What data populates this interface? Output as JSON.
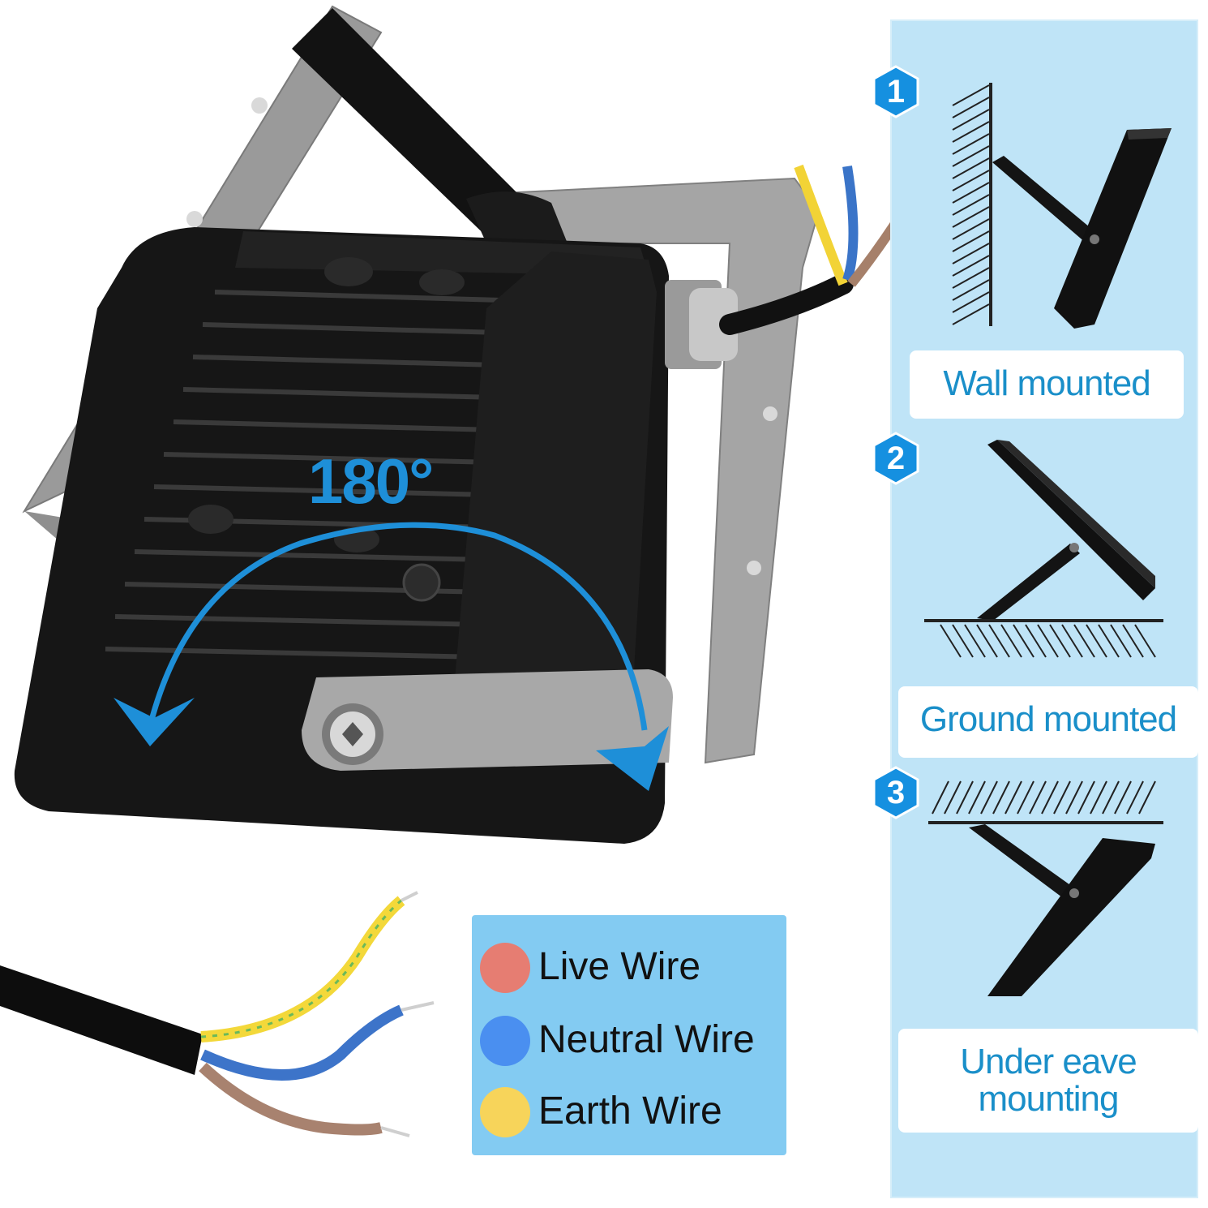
{
  "product": {
    "angle_label": "180°"
  },
  "mounting": {
    "items": [
      {
        "number": "1",
        "label": "Wall mounted"
      },
      {
        "number": "2",
        "label": "Ground mounted"
      },
      {
        "number": "3",
        "label": "Under eave mounting"
      }
    ]
  },
  "legend": {
    "items": [
      {
        "label": "Live Wire",
        "color": "#e67d72"
      },
      {
        "label": "Neutral Wire",
        "color": "#4a8ff0"
      },
      {
        "label": "Earth Wire",
        "color": "#f7d45a"
      }
    ]
  },
  "colors": {
    "accent_blue": "#1e8fd8",
    "panel_bg": "#bfe4f7",
    "legend_bg": "#83cbf2",
    "badge_blue": "#1590e0"
  }
}
